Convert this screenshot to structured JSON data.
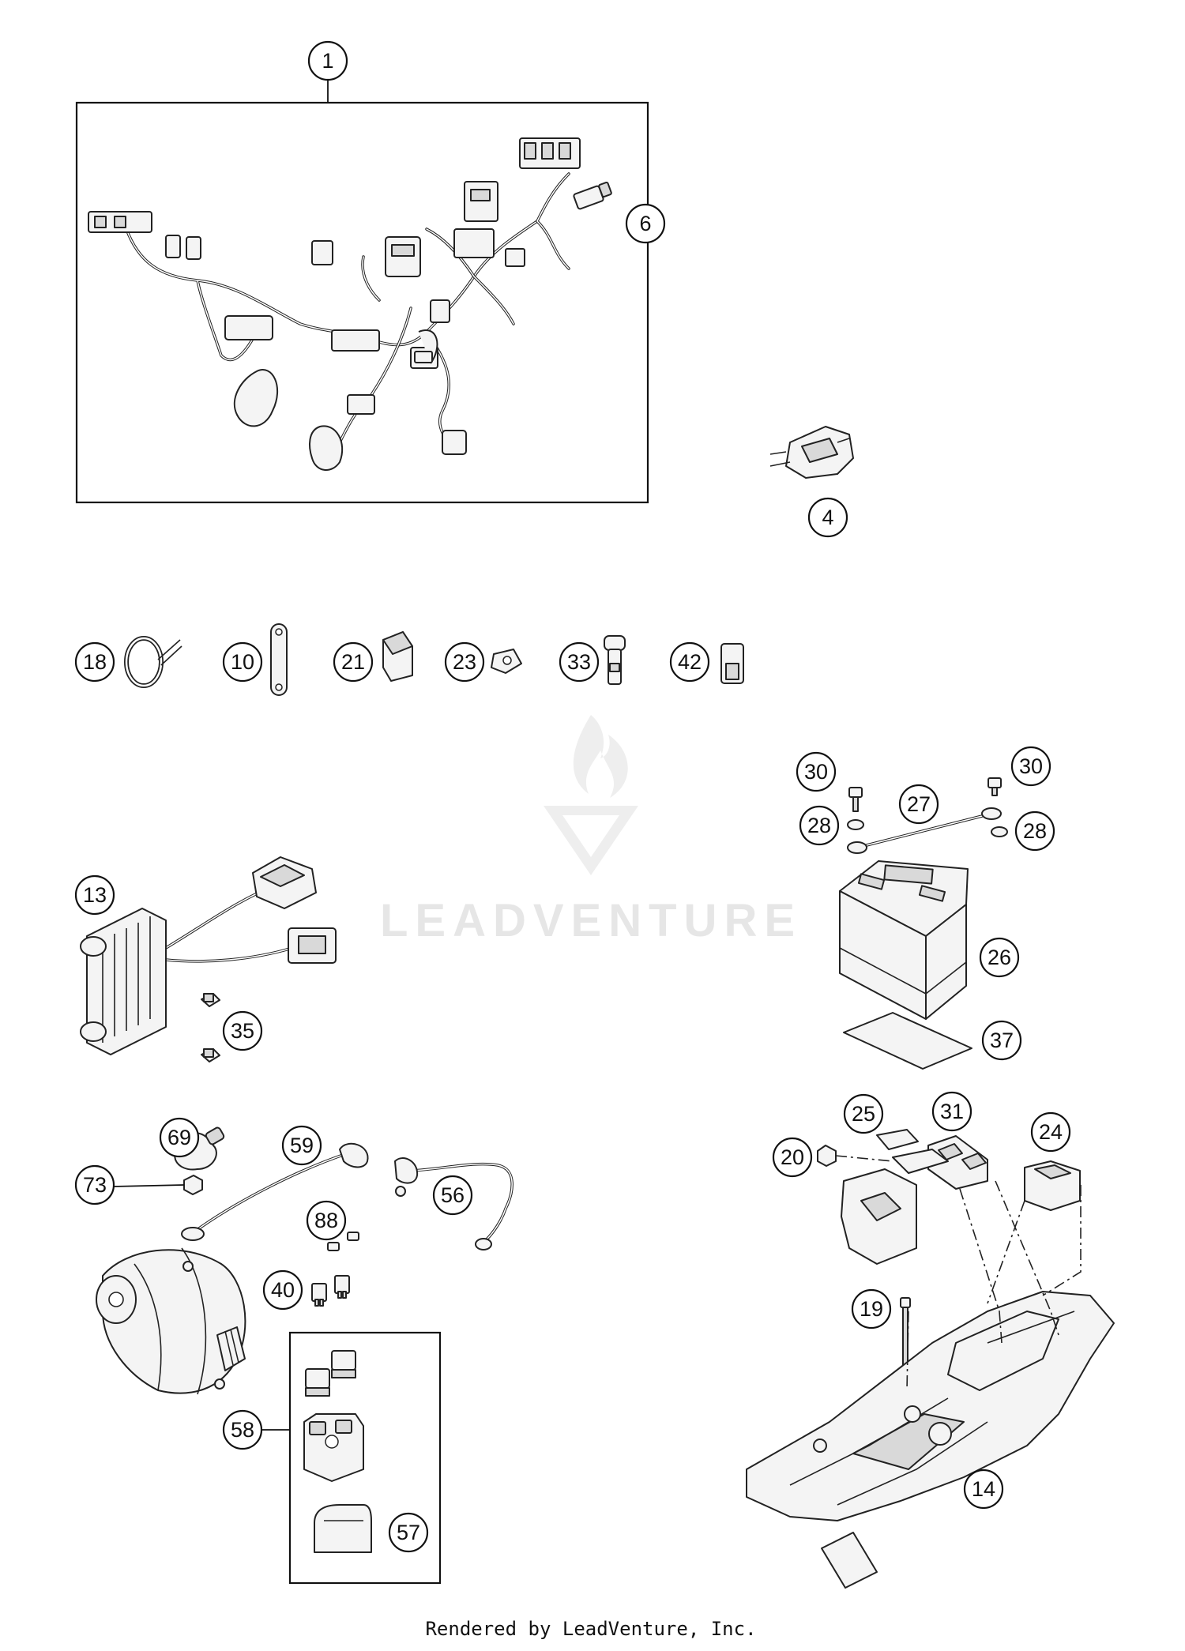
{
  "diagram": {
    "callouts": [
      "1",
      "6",
      "4",
      "18",
      "10",
      "21",
      "23",
      "33",
      "42",
      "30",
      "30",
      "28",
      "27",
      "28",
      "13",
      "26",
      "35",
      "37",
      "69",
      "59",
      "25",
      "31",
      "24",
      "20",
      "73",
      "56",
      "88",
      "40",
      "19",
      "58",
      "57",
      "14"
    ],
    "watermark": "LEADVENTURE",
    "footer": "Rendered by LeadVenture, Inc."
  }
}
